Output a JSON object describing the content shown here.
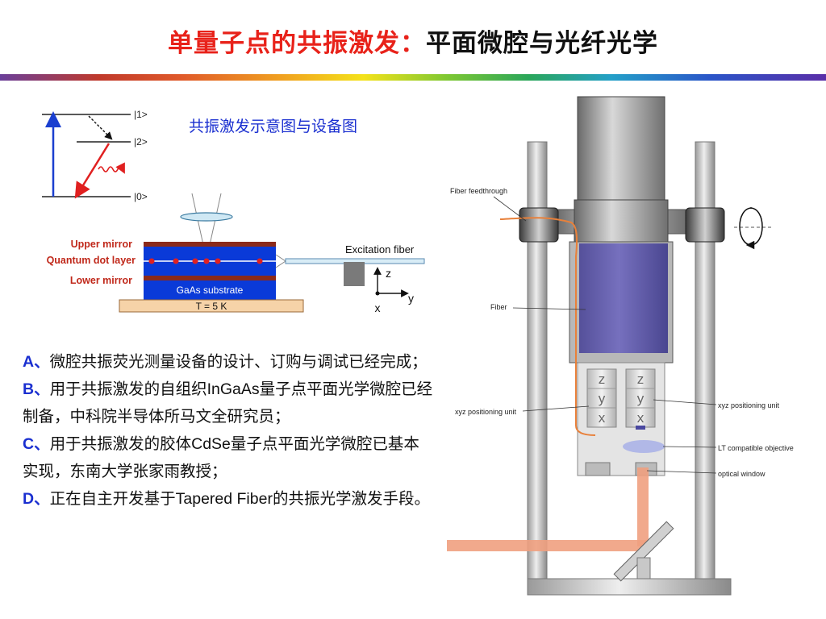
{
  "title": {
    "red_part": "单量子点的共振激发：",
    "black_part": "平面微腔与光纤光学"
  },
  "subtitle": "共振激发示意图与设备图",
  "energy_levels": {
    "level1": "|1>",
    "level2": "|2>",
    "level0": "|0>"
  },
  "sample": {
    "upper_mirror": "Upper mirror",
    "quantum_dot_layer": "Quantum dot layer",
    "lower_mirror": "Lower mirror",
    "substrate": "GaAs substrate",
    "temperature": "T = 5 K",
    "excitation_fiber": "Excitation fiber",
    "axis_z": "z",
    "axis_y": "y",
    "axis_x": "x"
  },
  "items": [
    {
      "key": "A",
      "sep": "、",
      "text": "微腔共振荧光测量设备的设计、订购与调试已经完成；"
    },
    {
      "key": "B",
      "sep": "、",
      "pre": "用于共振激发的自组织",
      "latin": "InGaAs",
      "post": "量子点平面光学微腔已经制备，中科院半导体所马文全研究员；"
    },
    {
      "key": "C",
      "sep": "、",
      "pre": "用于共振激发的胶体",
      "latin": "CdSe",
      "post": "量子点平面光学微腔已基本实现，东南大学张家雨教授；"
    },
    {
      "key": "D",
      "sep": "、",
      "pre": "正在自主开发基于",
      "latin": "Tapered Fiber",
      "post": "的共振光学激发手段。"
    }
  ],
  "apparatus": {
    "fiber_feedthrough": "Fiber feedthrough",
    "fiber": "Fiber",
    "xyz_left": "xyz positioning unit",
    "xyz_right": "xyz positioning unit",
    "objective": "LT compatible objective",
    "window": "optical window",
    "stage_left": [
      "z",
      "y",
      "x"
    ],
    "stage_right": [
      "z",
      "y",
      "x"
    ]
  }
}
